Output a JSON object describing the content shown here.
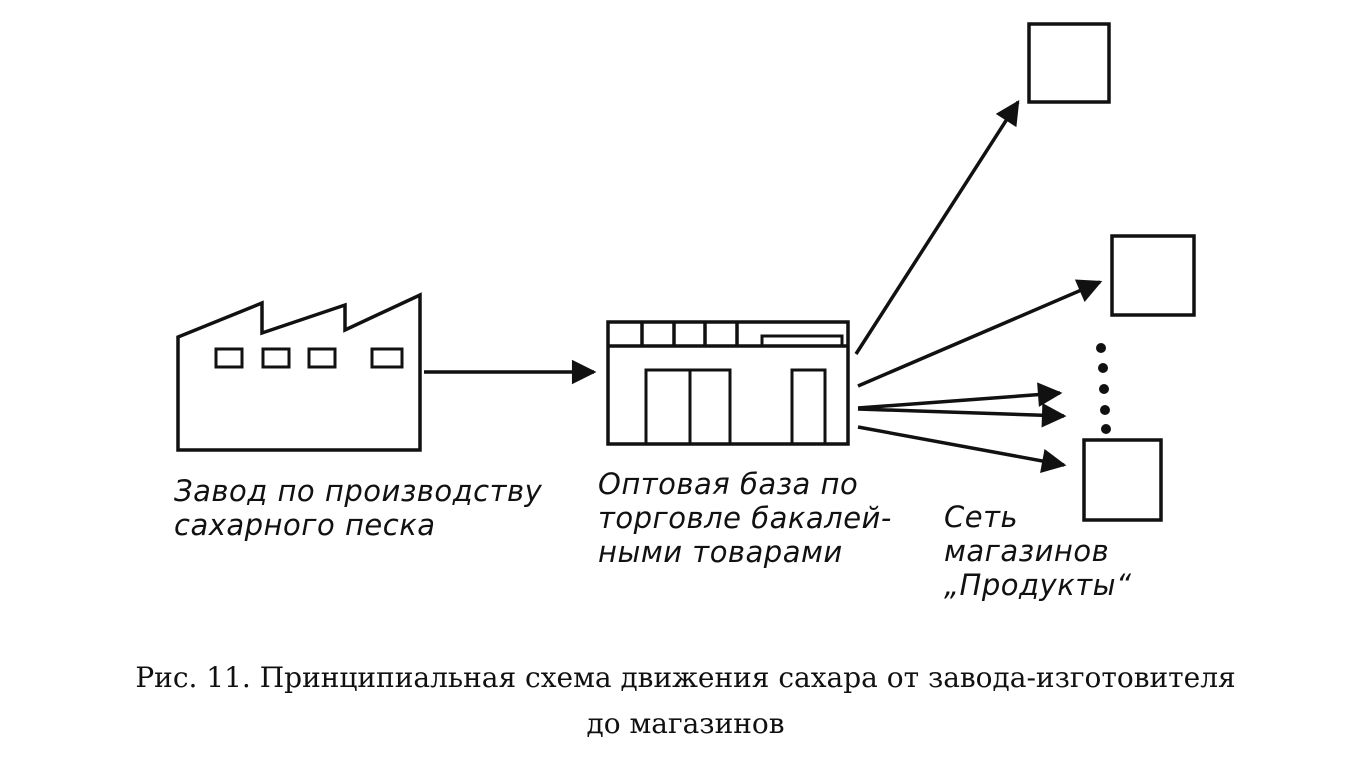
{
  "diagram": {
    "factory": {
      "label_lines": [
        "Завод по производству",
        "сахарного песка"
      ]
    },
    "warehouse": {
      "label_lines": [
        "Оптовая база по",
        "торговле бакалей-",
        "ными товарами"
      ]
    },
    "shops": {
      "label_lines": [
        "Сеть",
        "магазинов",
        "„Продукты“"
      ],
      "count_shown": 3
    },
    "colors": {
      "ink": "#111111",
      "paper": "#ffffff"
    }
  },
  "caption": {
    "line1": "Рис. 11. Принципиальная схема движения сахара от завода-изготовителя",
    "line2": "до магазинов"
  }
}
